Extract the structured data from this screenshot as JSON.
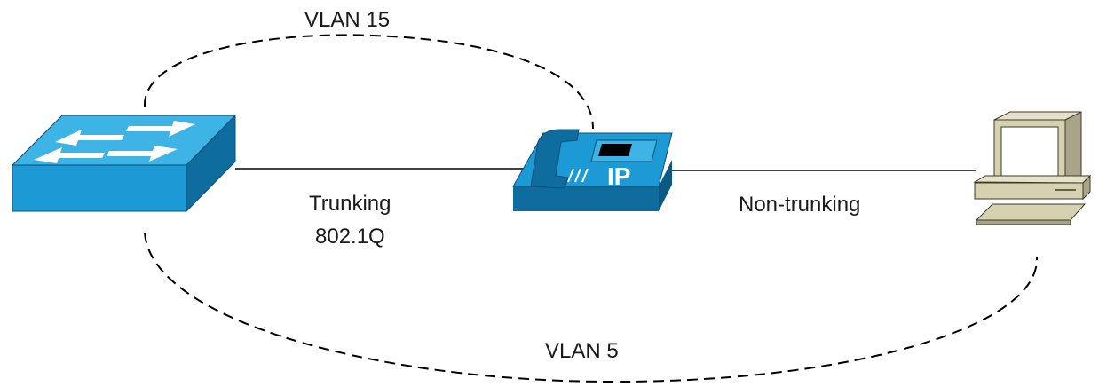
{
  "labels": {
    "vlan_top": "VLAN 15",
    "vlan_bottom": "VLAN 5",
    "link_left_line1": "Trunking",
    "link_left_line2": "802.1Q",
    "link_right": "Non-trunking"
  },
  "devices": {
    "switch": {
      "icon": "switch-icon",
      "color": "#1b9ad6"
    },
    "phone": {
      "icon": "ip-phone-icon",
      "color": "#1b9ad6",
      "text": "IP"
    },
    "pc": {
      "icon": "desktop-pc-icon",
      "color": "#d6d1b1"
    }
  },
  "colors": {
    "device_blue": "#1b9ad6",
    "device_blue_dark": "#0e6c9f",
    "pc_beige": "#d6d1b1",
    "line": "#000000"
  }
}
